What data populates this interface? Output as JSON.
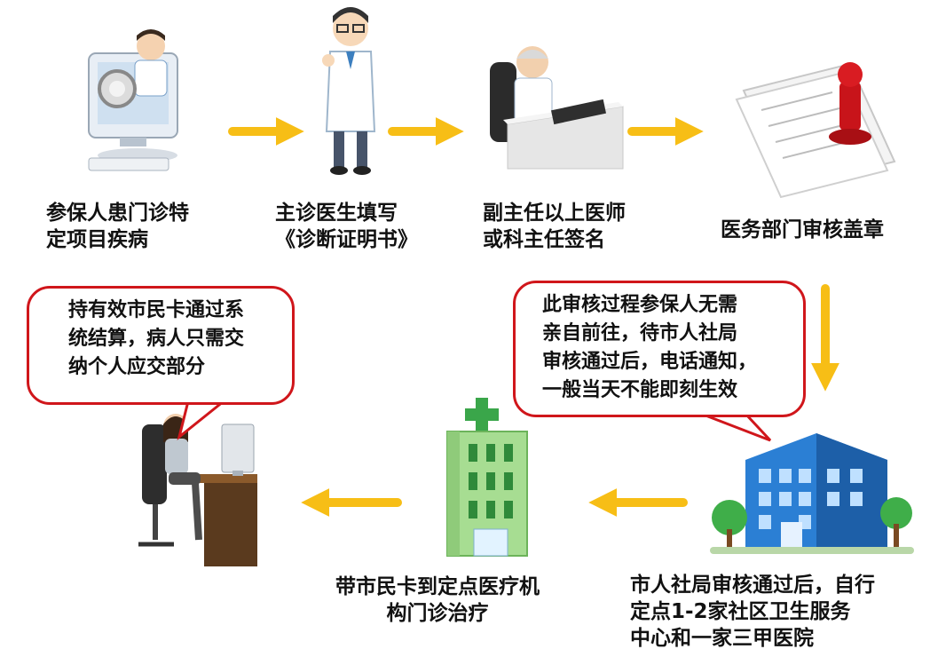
{
  "steps": [
    {
      "label": "参保人患门诊特\n定项目疾病"
    },
    {
      "label": "主诊医生填写\n《诊断证明书》"
    },
    {
      "label": "副主任以上医师\n或科主任签名"
    },
    {
      "label": "医务部门审核盖章"
    },
    {
      "label": "市人社局审核通过后，自行\n  定点1-2家社区卫生服务\n  中心和一家三甲医院"
    },
    {
      "label": "带市民卡到定点医疗机\n构门诊治疗"
    }
  ],
  "notes": {
    "review": "此审核过程参保人无需\n亲自前往，待市人社局\n审核通过后，电话通知，\n一般当天不能即刻生效",
    "settlement": "持有效市民卡通过系\n统结算，病人只需交\n纳个人应交部分"
  },
  "colors": {
    "arrow": "#f7be16",
    "bubble_border": "#d0161b",
    "building": "#2b7fd4",
    "hospital": "#8fd27a"
  }
}
